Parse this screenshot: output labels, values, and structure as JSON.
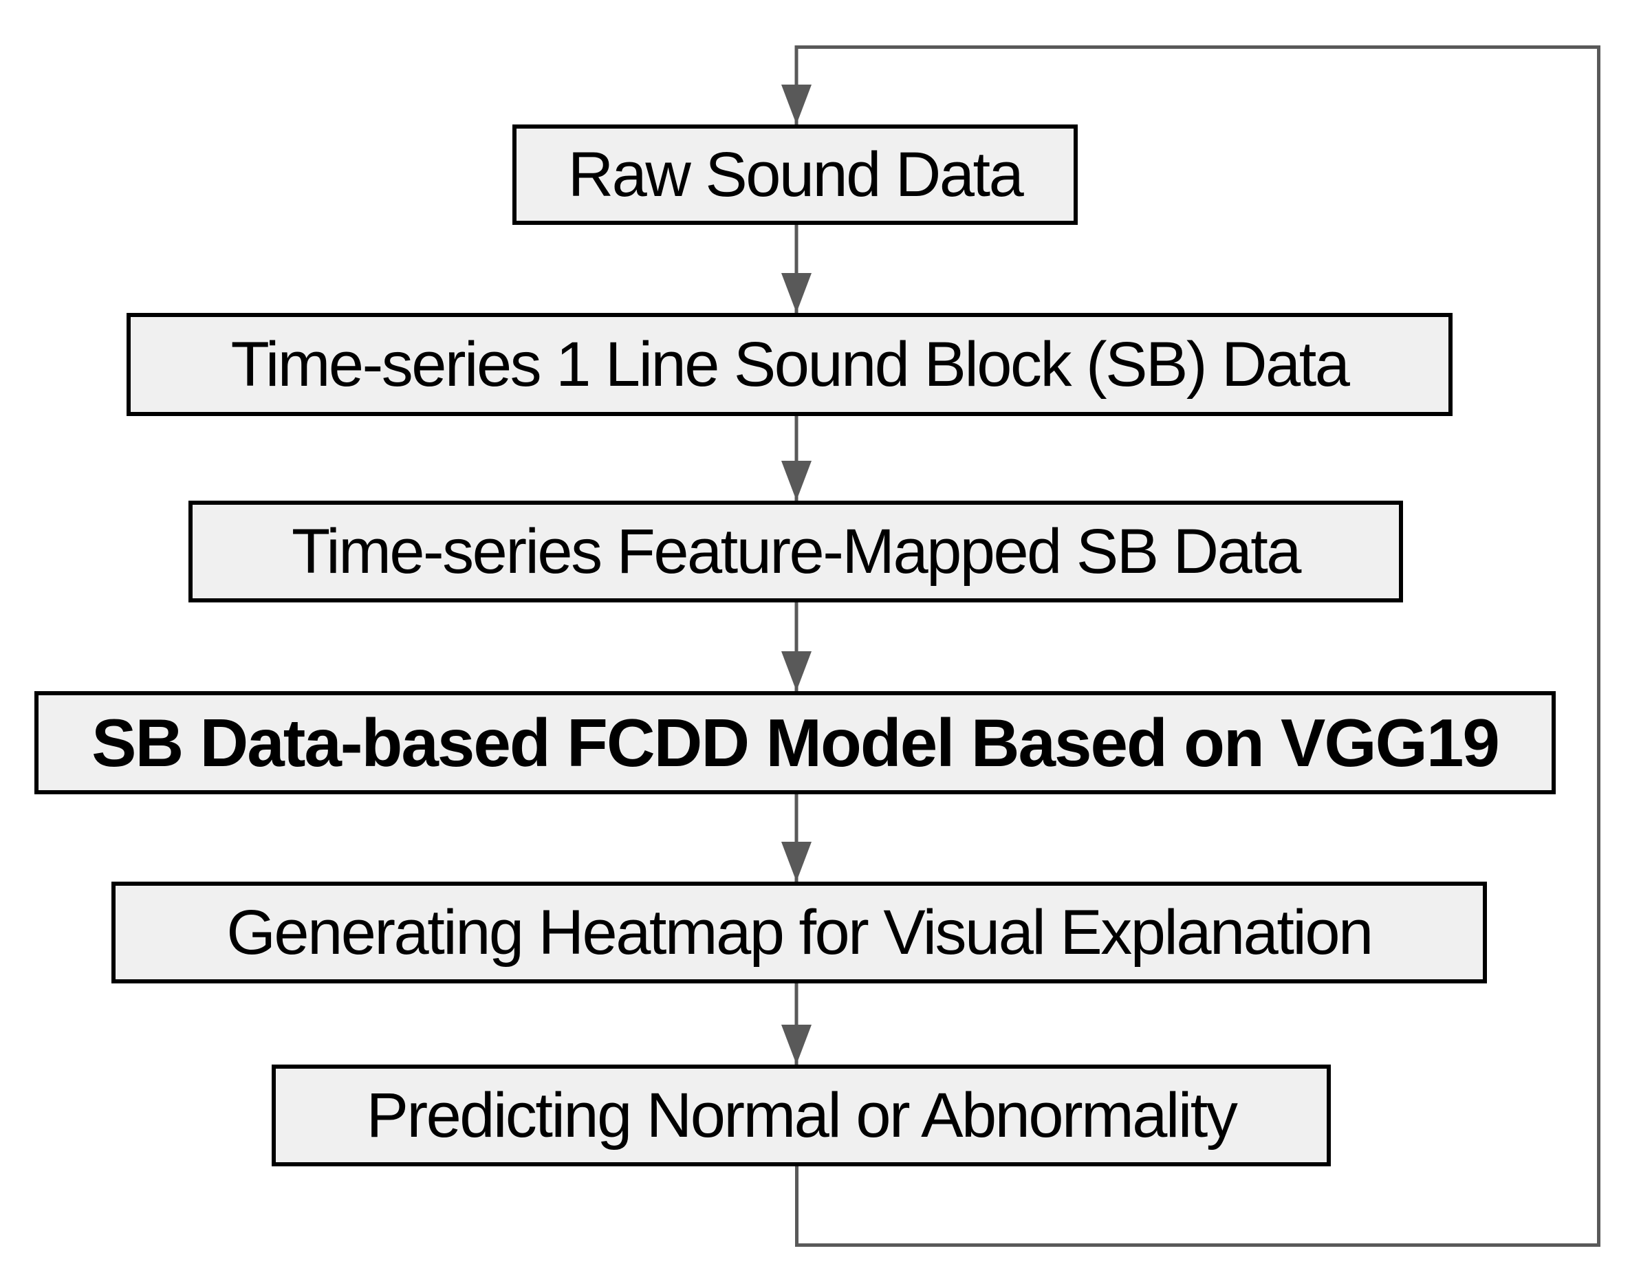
{
  "diagram": {
    "title": "Sound-based anomaly detection pipeline flowchart",
    "colors": {
      "box_fill": "#f0f0f0",
      "box_border": "#000000",
      "text": "#000000",
      "connector": "#595959",
      "background": "#ffffff"
    },
    "nodes": [
      {
        "id": "raw-sound-data",
        "label": "Raw Sound Data",
        "emphasis": "normal"
      },
      {
        "id": "time-series-sb-data",
        "label": "Time-series 1 Line Sound Block (SB) Data",
        "emphasis": "normal"
      },
      {
        "id": "feature-mapped-sb",
        "label": "Time-series Feature-Mapped SB Data",
        "emphasis": "normal"
      },
      {
        "id": "fcdd-model",
        "label": "SB Data-based FCDD Model Based on VGG19",
        "emphasis": "bold"
      },
      {
        "id": "generating-heatmap",
        "label": "Generating Heatmap for Visual Explanation",
        "emphasis": "normal"
      },
      {
        "id": "predicting-normality",
        "label": "Predicting Normal or Abnormality",
        "emphasis": "normal"
      }
    ],
    "edges": [
      {
        "from": "raw-sound-data",
        "to": "time-series-sb-data",
        "type": "arrow"
      },
      {
        "from": "time-series-sb-data",
        "to": "feature-mapped-sb",
        "type": "arrow"
      },
      {
        "from": "feature-mapped-sb",
        "to": "fcdd-model",
        "type": "arrow"
      },
      {
        "from": "fcdd-model",
        "to": "generating-heatmap",
        "type": "arrow"
      },
      {
        "from": "generating-heatmap",
        "to": "predicting-normality",
        "type": "arrow"
      },
      {
        "from": "predicting-normality",
        "to": "raw-sound-data",
        "type": "feedback-loop"
      }
    ]
  }
}
